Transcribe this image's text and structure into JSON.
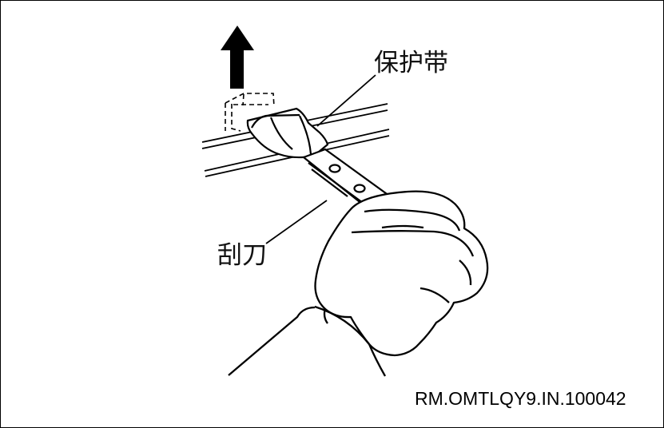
{
  "labels": {
    "protective_tape": "保护带",
    "scraper": "刮刀"
  },
  "document_code": "RM.OMTLQY9.IN.100042",
  "colors": {
    "line": "#000000",
    "background": "#ffffff"
  },
  "icons": {
    "arrow": "up-arrow-icon"
  }
}
